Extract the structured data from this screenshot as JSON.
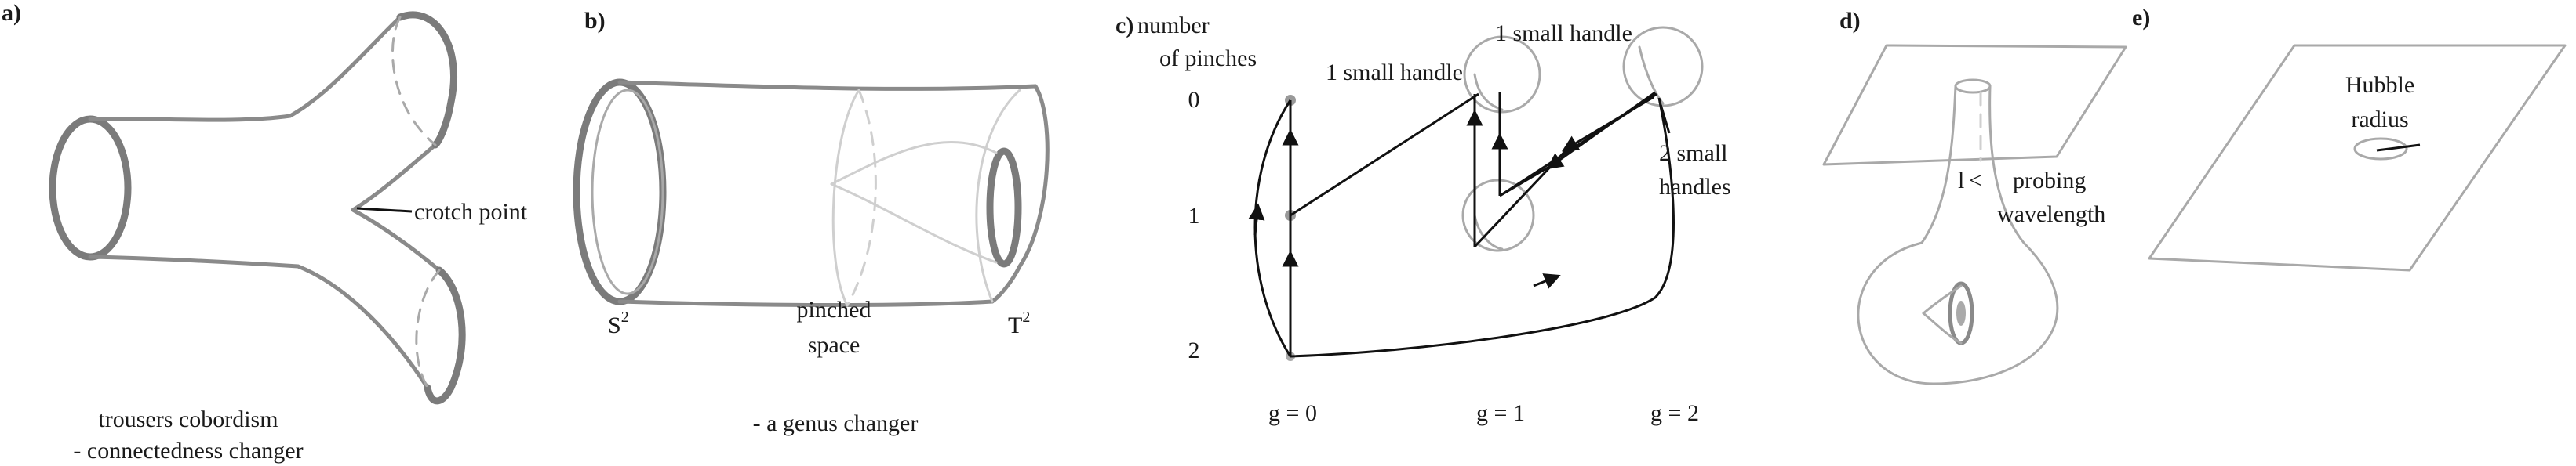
{
  "panels": {
    "a": {
      "label": "a)",
      "crotch_label": "crotch point",
      "caption_line1": "trousers cobordism",
      "caption_line2": "- connectedness changer"
    },
    "b": {
      "label": "b)",
      "left_label": "S",
      "left_sup": "2",
      "middle_label_line1": "pinched",
      "middle_label_line2": "space",
      "right_label": "T",
      "right_sup": "2",
      "caption": "- a genus changer"
    },
    "c": {
      "label": "c)",
      "axis_title_line1": "number",
      "axis_title_line2": "of pinches",
      "pinch_levels": [
        "0",
        "1",
        "2"
      ],
      "genus_labels": [
        "g = 0",
        "g = 1",
        "g = 2"
      ],
      "note_handle_1a": "1 small handle",
      "note_handle_1b": "1 small handle",
      "note_handle_2_line1": "2 small",
      "note_handle_2_line2": "handles"
    },
    "d": {
      "label": "d)",
      "l_symbol": "l",
      "lt_symbol": "<",
      "probe_line1": "probing",
      "probe_line2": "wavelength"
    },
    "e": {
      "label": "e)",
      "hubble_line1": "Hubble",
      "hubble_line2": "radius"
    }
  }
}
